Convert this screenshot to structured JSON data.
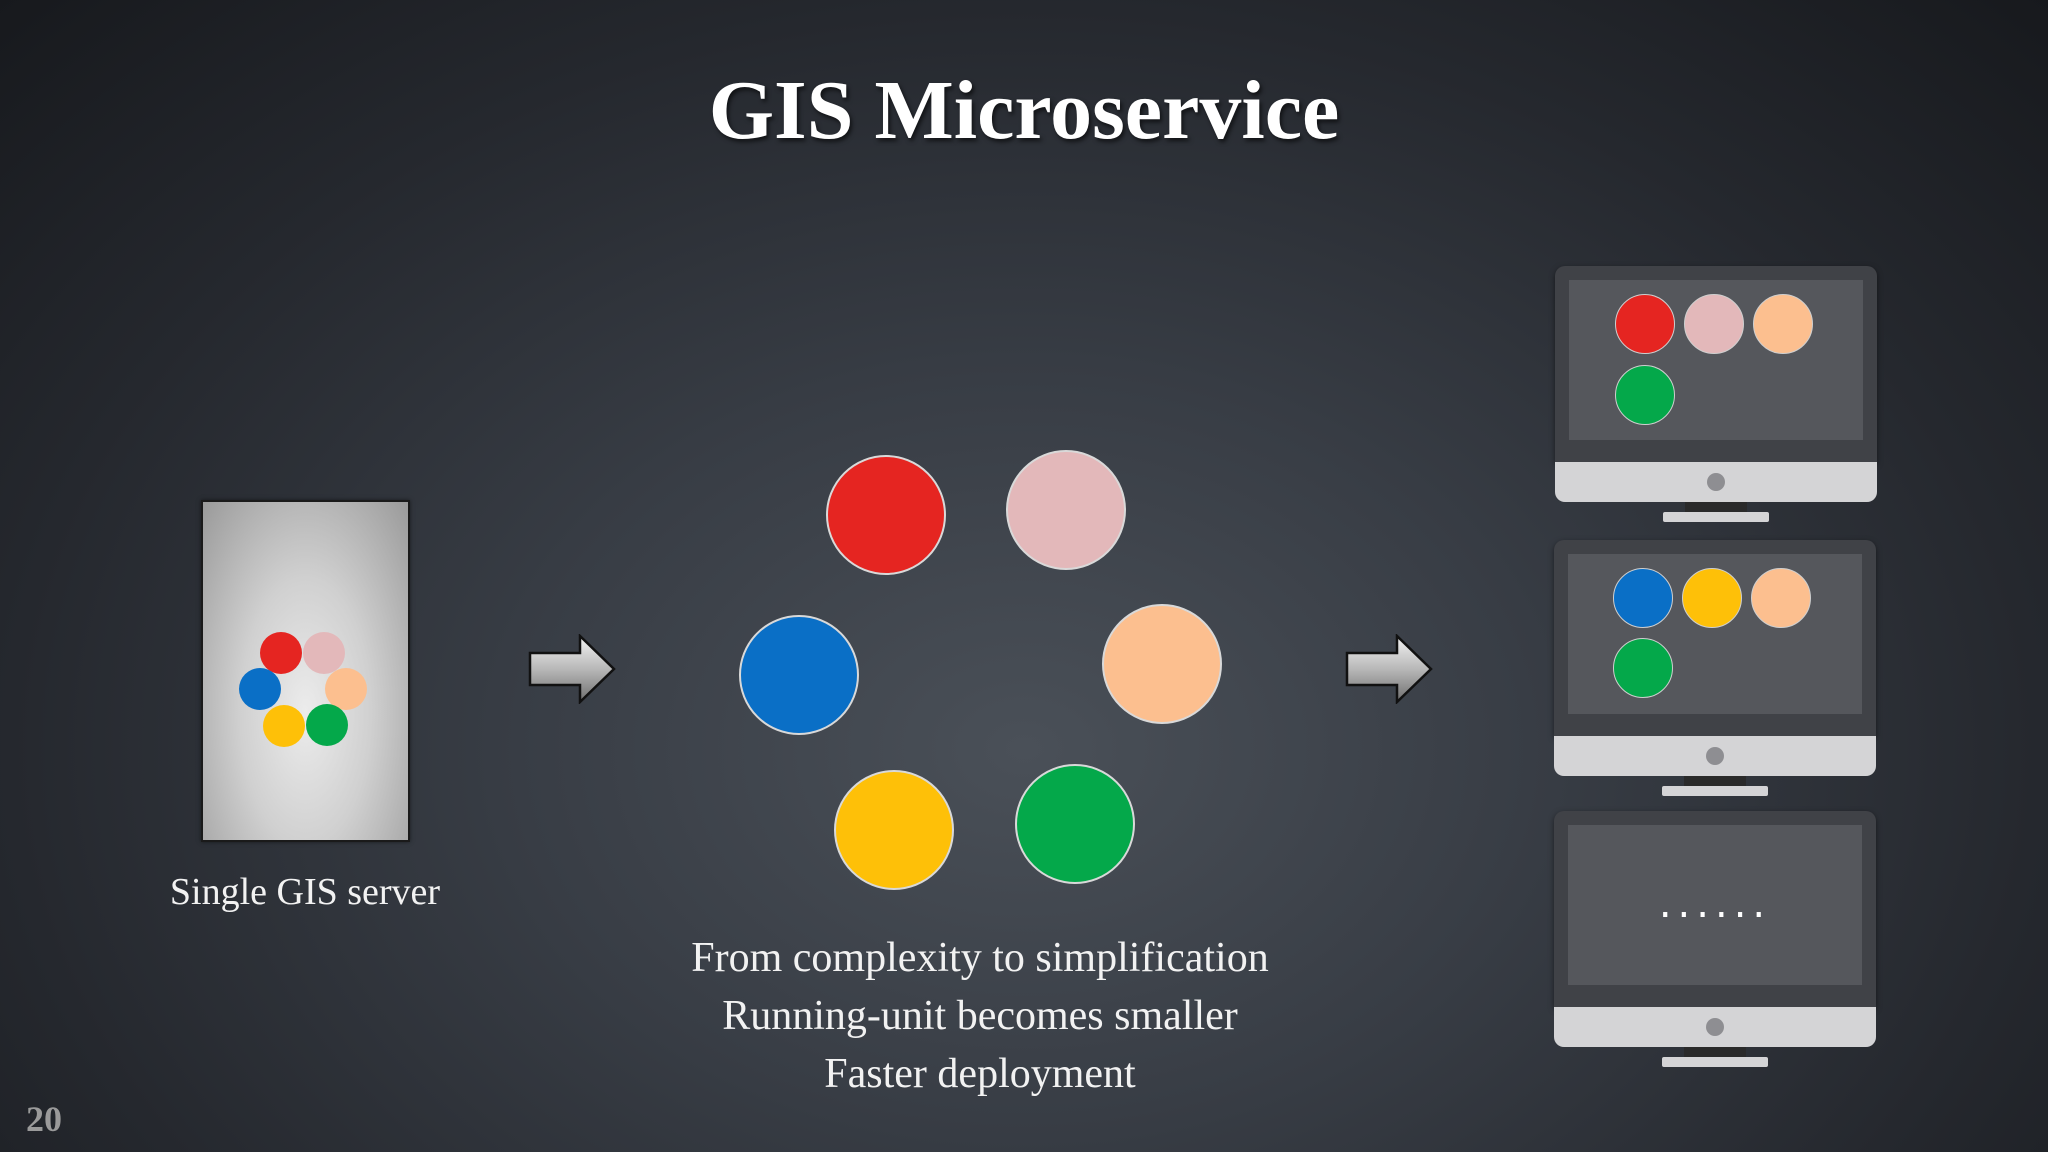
{
  "slide": {
    "title": "GIS Microservice",
    "page_number": "20"
  },
  "server": {
    "label": "Single GIS server"
  },
  "services": {
    "colors": [
      "#e52521",
      "#e3b8ba",
      "#0a6fc6",
      "#fcbf8f",
      "#fec008",
      "#04a84a"
    ],
    "caption_lines": [
      "From complexity to simplification",
      "Running-unit becomes smaller",
      "Faster deployment"
    ]
  },
  "monitors": [
    {
      "dots": [
        "#e52521",
        "#e3b8ba",
        "#fcbf8f",
        "#04a84a"
      ]
    },
    {
      "dots": [
        "#0a6fc6",
        "#fec008",
        "#fcbf8f",
        "#04a84a"
      ]
    },
    {
      "text": "......"
    }
  ]
}
